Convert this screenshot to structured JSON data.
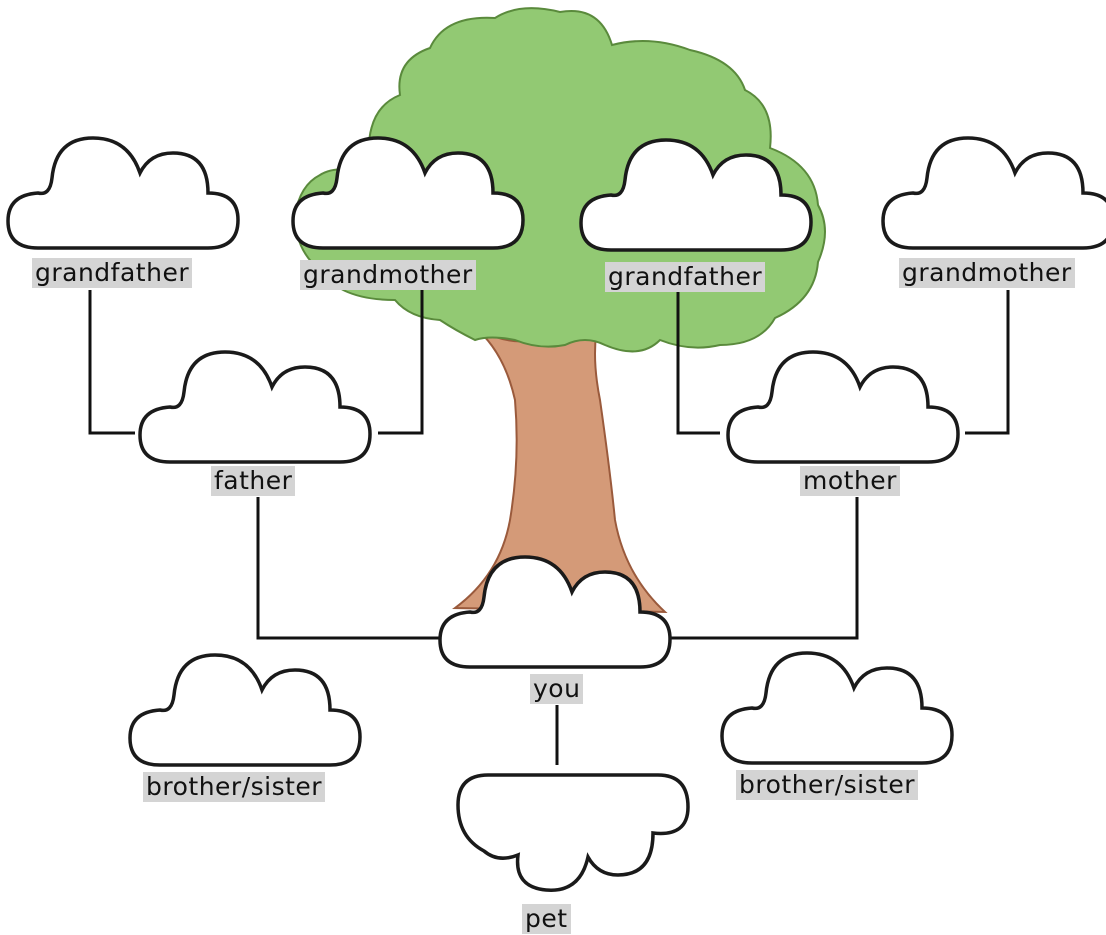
{
  "diagram": {
    "nodes": {
      "paternal_grandfather": "grandfather",
      "paternal_grandmother": "grandmother",
      "maternal_grandfather": "grandfather",
      "maternal_grandmother": "grandmother",
      "father": "father",
      "mother": "mother",
      "you": "you",
      "sibling_left": "brother/sister",
      "sibling_right": "brother/sister",
      "pet": "pet"
    },
    "colors": {
      "foliage": "#92c973",
      "foliage_outline": "#5a8a3c",
      "trunk": "#d49a78",
      "trunk_outline": "#9a5a3c",
      "label_background": "#d4d4d4",
      "cloud_outline": "#1a1a1a",
      "connector": "#111111"
    },
    "icons": [
      "tree-icon",
      "cloud-icon"
    ]
  }
}
